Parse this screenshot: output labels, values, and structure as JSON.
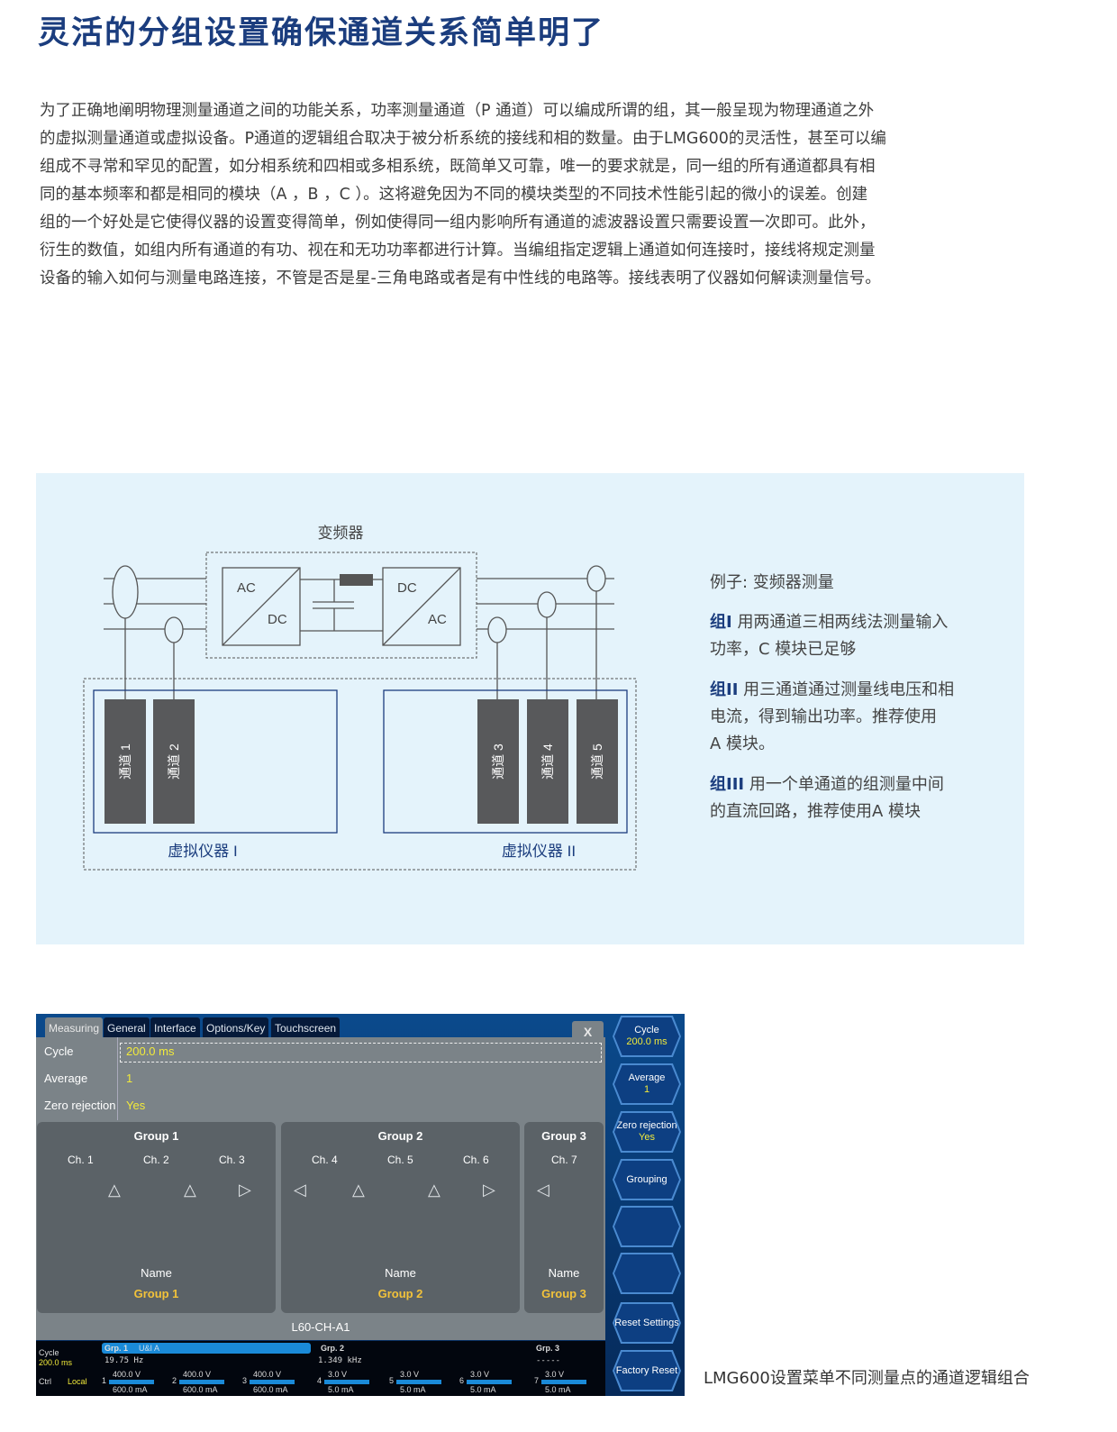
{
  "title": "灵活的分组设置确保通道关系简单明了",
  "paragraph": [
    "为了正确地阐明物理测量通道之间的功能关系，功率测量通道（P 通道）可以编成所谓的组，其一般呈现为物理通道之外",
    "的虚拟测量通道或虚拟设备。P通道的逻辑组合取决于被分析系统的接线和相的数量。由于LMG600的灵活性，甚至可以编",
    "组成不寻常和罕见的配置，如分相系统和四相或多相系统，既简单又可靠，唯一的要求就是，同一组的所有通道都具有相",
    "同的基本频率和都是相同的模块（A ，B ，C ）。这将避免因为不同的模块类型的不同技术性能引起的微小的误差。创建",
    "组的一个好处是它使得仪器的设置变得简单，例如使得同一组内影响所有通道的滤波器设置只需要设置一次即可。此外，",
    "衍生的数值，如组内所有通道的有功、视在和无功功率都进行计算。当编组指定逻辑上通道如何连接时，接线将规定测量",
    "设备的输入如何与测量电路连接，不管是否是星-三角电路或者是有中性线的电路等。接线表明了仪器如何解读测量信号。"
  ],
  "diagram": {
    "converter_label": "变频器",
    "ac": "AC",
    "dc": "DC",
    "channels": [
      "通道 1",
      "通道 2",
      "通道 3",
      "通道 4",
      "通道 5"
    ],
    "vi1": "虚拟仪器 I",
    "vi2": "虚拟仪器 II"
  },
  "side": {
    "example": "例子:  变频器测量",
    "g1_title": "组I",
    "g1": [
      "用两通道三相两线法测量输入",
      "功率，C 模块已足够"
    ],
    "g2_title": "组II",
    "g2": [
      "用三通道通过测量线电压和相",
      "电流，得到输出功率。推荐使用",
      "A  模块。"
    ],
    "g3_title": "组III",
    "g3": [
      "用一个单通道的组测量中间",
      "的直流回路，推荐使用A  模块"
    ]
  },
  "ui": {
    "tabs": [
      "Measuring",
      "General",
      "Interface",
      "Options/Key",
      "Touchscreen"
    ],
    "close": "X",
    "rows": [
      {
        "label": "Cycle",
        "value": "200.0 ms"
      },
      {
        "label": "Average",
        "value": "1"
      },
      {
        "label": "Zero rejection",
        "value": "Yes"
      }
    ],
    "groups": [
      {
        "title": "Group 1",
        "channels": [
          "Ch. 1",
          "Ch. 2",
          "Ch. 3"
        ],
        "name_label": "Name",
        "name": "Group 1"
      },
      {
        "title": "Group 2",
        "channels": [
          "Ch. 4",
          "Ch. 5",
          "Ch. 6"
        ],
        "name_label": "Name",
        "name": "Group 2"
      },
      {
        "title": "Group 3",
        "channels": [
          "Ch. 7"
        ],
        "name_label": "Name",
        "name": "Group 3"
      }
    ],
    "device": "L60-CH-A1",
    "softkeys": [
      {
        "l1": "Cycle",
        "l2": "200.0 ms"
      },
      {
        "l1": "Average",
        "l2": "1"
      },
      {
        "l1": "Zero rejection",
        "l2": "Yes"
      },
      {
        "l1": "Grouping",
        "l2": ""
      },
      {
        "l1": "",
        "l2": ""
      },
      {
        "l1": "",
        "l2": ""
      },
      {
        "l1": "Reset Settings",
        "l2": ""
      },
      {
        "l1": "Factory Reset",
        "l2": ""
      }
    ],
    "status": {
      "cycle_label": "Cycle",
      "cycle": "200.0 ms",
      "ctrl_label": "Ctrl",
      "ctrl": "Local",
      "grp1": "Grp. 1",
      "grp1_mode": "U&I A",
      "grp1_freq": "19.75  Hz",
      "grp2": "Grp. 2",
      "grp2_freq": "1.349 kHz",
      "grp3": "Grp. 3",
      "grp3_freq": "-----",
      "channels": [
        {
          "n": "1",
          "v": "400.0 V",
          "i": "600.0 mA"
        },
        {
          "n": "2",
          "v": "400.0 V",
          "i": "600.0 mA"
        },
        {
          "n": "3",
          "v": "400.0 V",
          "i": "600.0 mA"
        },
        {
          "n": "4",
          "v": "3.0 V",
          "i": "5.0 mA"
        },
        {
          "n": "5",
          "v": "3.0 V",
          "i": "5.0 mA"
        },
        {
          "n": "6",
          "v": "3.0 V",
          "i": "5.0 mA"
        },
        {
          "n": "7",
          "v": "3.0 V",
          "i": "5.0 mA"
        }
      ]
    }
  },
  "caption": "LMG600设置菜单不同测量点的通道逻辑组合"
}
